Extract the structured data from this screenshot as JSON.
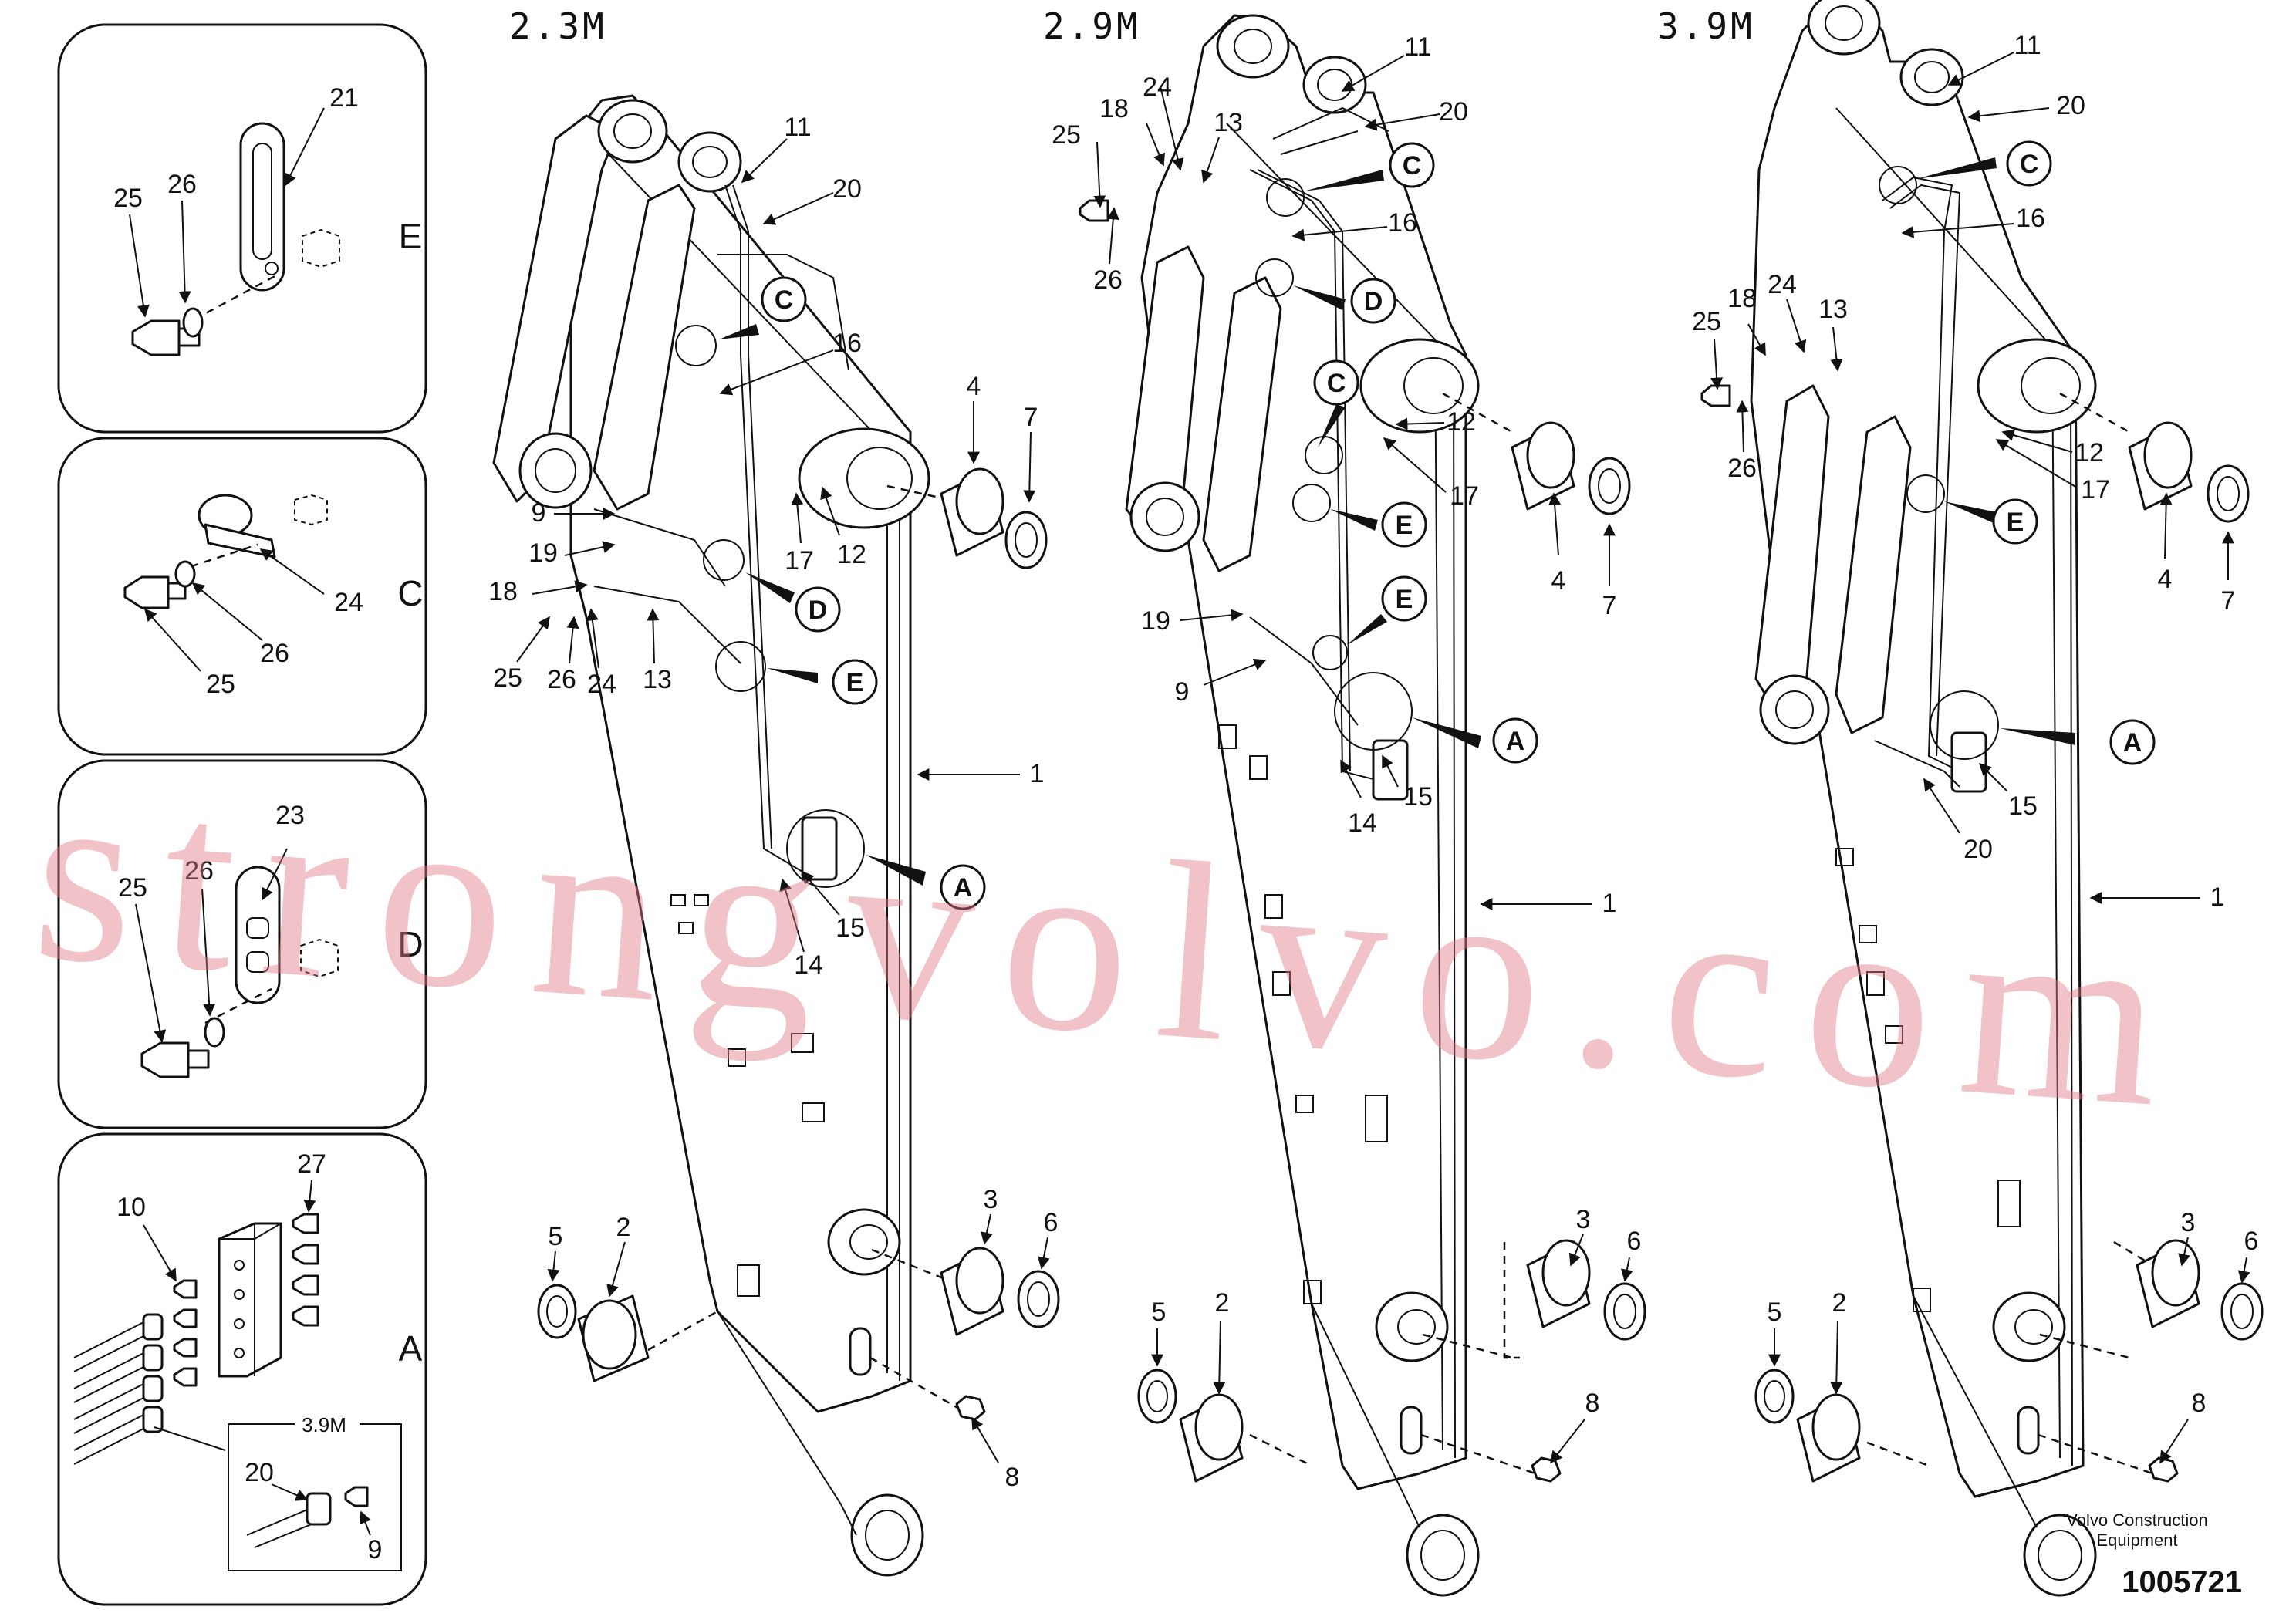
{
  "titles": {
    "left": "2.3M",
    "middle": "2.9M",
    "right": "3.9M"
  },
  "panels": {
    "e": {
      "letter": "E",
      "labels": [
        "21",
        "25",
        "26"
      ]
    },
    "c": {
      "letter": "C",
      "labels": [
        "24",
        "26",
        "25"
      ]
    },
    "d": {
      "letter": "D",
      "labels": [
        "23",
        "25",
        "26"
      ]
    },
    "a": {
      "letter": "A",
      "labels": [
        "10",
        "27"
      ],
      "inset_title": "3.9M",
      "inset_labels": [
        "20",
        "9"
      ]
    }
  },
  "arms": {
    "left": {
      "labels": [
        "11",
        "20",
        "16",
        "4",
        "7",
        "9",
        "19",
        "18",
        "25",
        "26",
        "24",
        "13",
        "17",
        "12",
        "1",
        "15",
        "14",
        "5",
        "2",
        "3",
        "6",
        "8"
      ],
      "callouts": [
        "C",
        "D",
        "E",
        "A"
      ]
    },
    "middle": {
      "labels": [
        "11",
        "20",
        "16",
        "24",
        "18",
        "25",
        "26",
        "13",
        "12",
        "17",
        "4",
        "7",
        "19",
        "9",
        "14",
        "15",
        "1",
        "3",
        "6",
        "5",
        "2",
        "8"
      ],
      "callouts": [
        "C",
        "D",
        "C",
        "E",
        "E",
        "A"
      ]
    },
    "right": {
      "labels": [
        "11",
        "20",
        "16",
        "24",
        "18",
        "25",
        "26",
        "13",
        "12",
        "17",
        "4",
        "7",
        "15",
        "20",
        "1",
        "3",
        "6",
        "5",
        "2",
        "8"
      ],
      "callouts": [
        "C",
        "E",
        "A"
      ]
    }
  },
  "watermark": "strongvolvo.com",
  "brand": {
    "line1": "Volvo Construction",
    "line2": "Equipment"
  },
  "doc_number": "1005721"
}
